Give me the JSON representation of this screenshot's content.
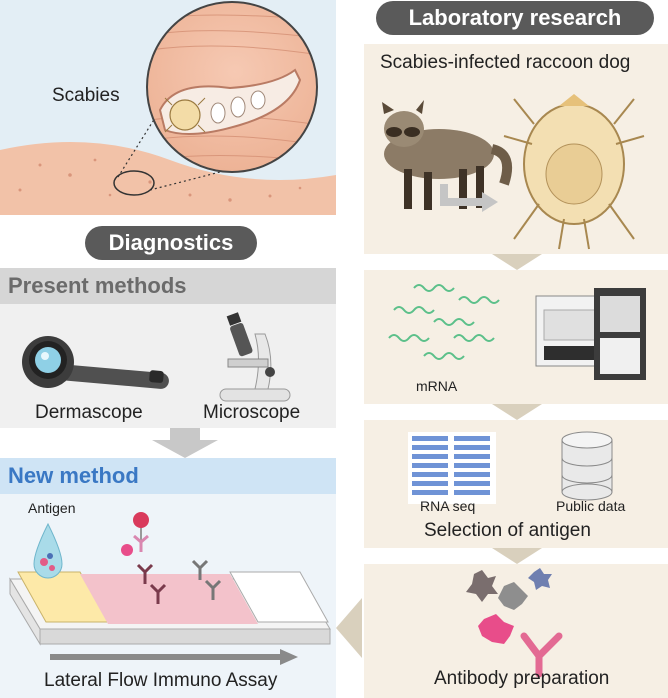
{
  "header": {
    "laboratory_research": "Laboratory research",
    "diagnostics": "Diagnostics"
  },
  "skin_panel": {
    "label": "Scabies"
  },
  "present_methods": {
    "title": "Present methods",
    "items": [
      {
        "label": "Dermascope",
        "icon": "dermascope-icon"
      },
      {
        "label": "Microscope",
        "icon": "microscope-icon"
      }
    ]
  },
  "new_method": {
    "title": "New method",
    "antigen_label": "Antigen",
    "caption": "Lateral Flow Immuno Assay"
  },
  "lab_steps": {
    "raccoon": {
      "caption": "Scabies-infected raccoon dog"
    },
    "mrna": {
      "label": "mRNA"
    },
    "selection": {
      "rna_seq": "RNA seq",
      "public_data": "Public data",
      "caption": "Selection of antigen"
    },
    "antibody": {
      "caption": "Antibody preparation"
    }
  },
  "colors": {
    "pill_bg": "#5a5a5a",
    "present_bar": "#d6d6d6",
    "new_bar": "#cfe4f5",
    "new_title": "#3a78c4",
    "panel_bg": "#f6efe4",
    "arrow_gray": "#c8c8c8",
    "arrow_tan": "#d9d0bd"
  }
}
